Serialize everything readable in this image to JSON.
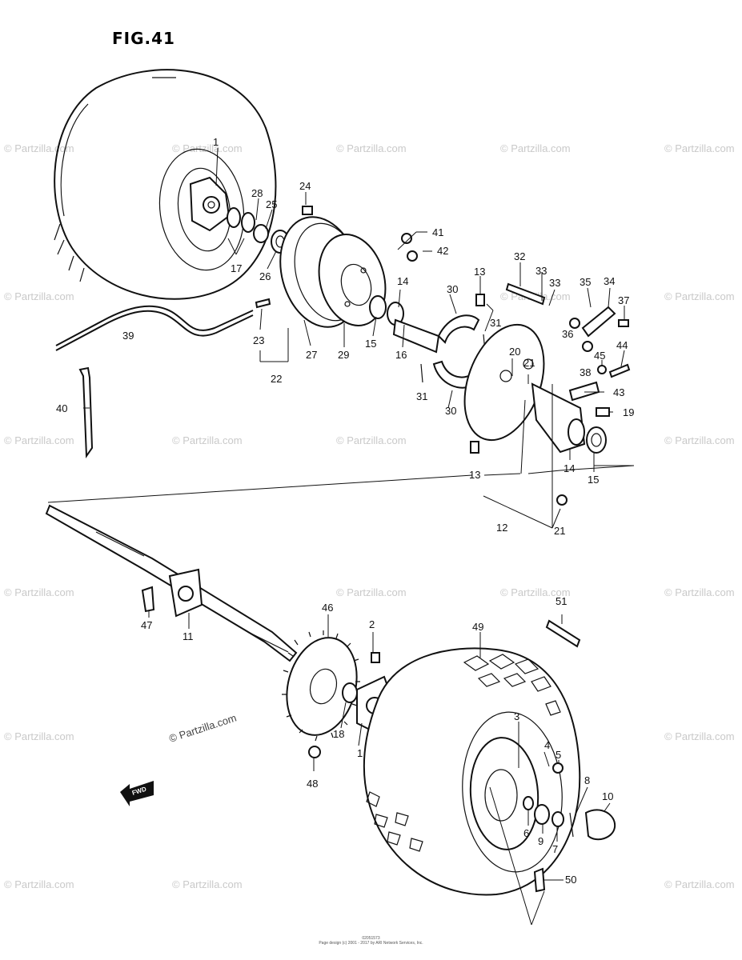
{
  "figure": {
    "title": "FIG.41",
    "watermark": "© Partzilla.com",
    "fwd_marker": "FWD"
  },
  "callouts": [
    {
      "id": "1",
      "label": "1"
    },
    {
      "id": "1b",
      "label": "1"
    },
    {
      "id": "2",
      "label": "2"
    },
    {
      "id": "3",
      "label": "3"
    },
    {
      "id": "4",
      "label": "4"
    },
    {
      "id": "5",
      "label": "5"
    },
    {
      "id": "6",
      "label": "6"
    },
    {
      "id": "7",
      "label": "7"
    },
    {
      "id": "8",
      "label": "8"
    },
    {
      "id": "9",
      "label": "9"
    },
    {
      "id": "10",
      "label": "10"
    },
    {
      "id": "11",
      "label": "11"
    },
    {
      "id": "12",
      "label": "12"
    },
    {
      "id": "13a",
      "label": "13"
    },
    {
      "id": "13b",
      "label": "13"
    },
    {
      "id": "14a",
      "label": "14"
    },
    {
      "id": "14b",
      "label": "14"
    },
    {
      "id": "15a",
      "label": "15"
    },
    {
      "id": "15b",
      "label": "15"
    },
    {
      "id": "16",
      "label": "16"
    },
    {
      "id": "17",
      "label": "17"
    },
    {
      "id": "18",
      "label": "18"
    },
    {
      "id": "19",
      "label": "19"
    },
    {
      "id": "20",
      "label": "20"
    },
    {
      "id": "21a",
      "label": "21"
    },
    {
      "id": "21b",
      "label": "21"
    },
    {
      "id": "22",
      "label": "22"
    },
    {
      "id": "23",
      "label": "23"
    },
    {
      "id": "24",
      "label": "24"
    },
    {
      "id": "25",
      "label": "25"
    },
    {
      "id": "26",
      "label": "26"
    },
    {
      "id": "27",
      "label": "27"
    },
    {
      "id": "28",
      "label": "28"
    },
    {
      "id": "29",
      "label": "29"
    },
    {
      "id": "30a",
      "label": "30"
    },
    {
      "id": "30b",
      "label": "30"
    },
    {
      "id": "31a",
      "label": "31"
    },
    {
      "id": "31b",
      "label": "31"
    },
    {
      "id": "32",
      "label": "32"
    },
    {
      "id": "33a",
      "label": "33"
    },
    {
      "id": "33b",
      "label": "33"
    },
    {
      "id": "34",
      "label": "34"
    },
    {
      "id": "35",
      "label": "35"
    },
    {
      "id": "36",
      "label": "36"
    },
    {
      "id": "37",
      "label": "37"
    },
    {
      "id": "38",
      "label": "38"
    },
    {
      "id": "39",
      "label": "39"
    },
    {
      "id": "40",
      "label": "40"
    },
    {
      "id": "41",
      "label": "41"
    },
    {
      "id": "42",
      "label": "42"
    },
    {
      "id": "43",
      "label": "43"
    },
    {
      "id": "44",
      "label": "44"
    },
    {
      "id": "45",
      "label": "45"
    },
    {
      "id": "46",
      "label": "46"
    },
    {
      "id": "47",
      "label": "47"
    },
    {
      "id": "48",
      "label": "48"
    },
    {
      "id": "49",
      "label": "49"
    },
    {
      "id": "50",
      "label": "50"
    },
    {
      "id": "51",
      "label": "51"
    }
  ],
  "footer": {
    "line1": "02051573",
    "line2": "Page design (c) 2001 - 2017 by ARI Network Services, Inc."
  }
}
